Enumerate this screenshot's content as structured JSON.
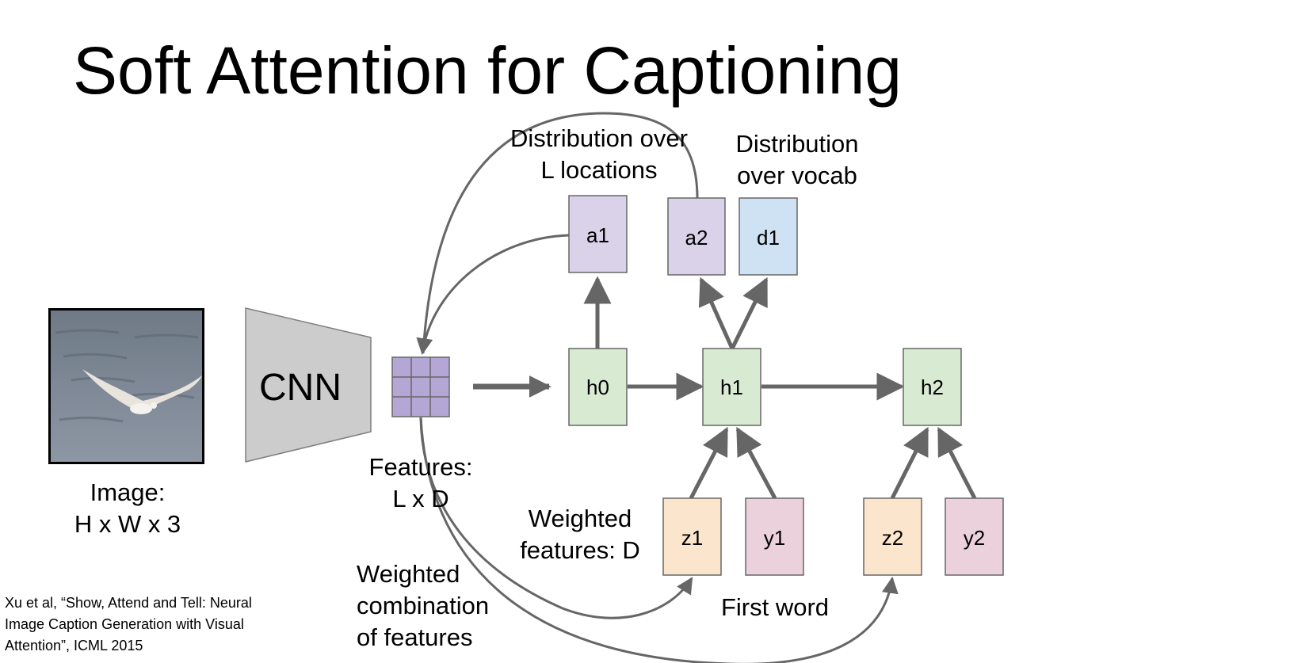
{
  "slide": {
    "title": "Soft Attention for Captioning",
    "citation": [
      "Xu et al, “Show, Attend and Tell: Neural",
      "Image Caption Generation with Visual",
      "Attention”, ICML 2015"
    ]
  },
  "labels": {
    "image": [
      "Image:",
      "H x W x 3"
    ],
    "cnn": "CNN",
    "features": [
      "Features:",
      "L x D"
    ],
    "dist_locations": [
      "Distribution over",
      "L locations"
    ],
    "dist_vocab": [
      "Distribution",
      "over vocab"
    ],
    "weighted_features": [
      "Weighted",
      "features: D"
    ],
    "weighted_combination": [
      "Weighted",
      "combination",
      "of features"
    ],
    "first_word": "First word"
  },
  "nodes": {
    "a1": "a1",
    "a2": "a2",
    "d1": "d1",
    "h0": "h0",
    "h1": "h1",
    "h2": "h2",
    "z1": "z1",
    "y1": "y1",
    "z2": "z2",
    "y2": "y2"
  },
  "colors": {
    "attention": "#d9d2e9",
    "vocab": "#cfe2f3",
    "hidden": "#d9ead3",
    "weighted": "#fce5cd",
    "word": "#ead1dc",
    "grid": "#b4a7d6",
    "cnn": "#cccccc",
    "arrow": "#666666"
  }
}
